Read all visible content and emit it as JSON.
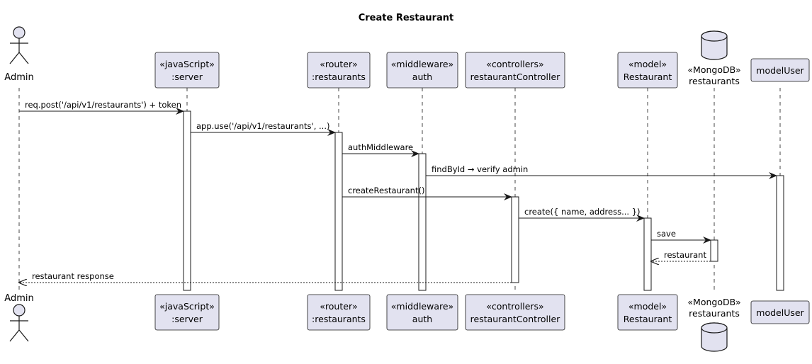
{
  "title": "Create Restaurant",
  "participants": [
    {
      "id": "admin",
      "kind": "actor",
      "lines": [
        "Admin"
      ]
    },
    {
      "id": "server",
      "kind": "box",
      "lines": [
        "«javaScript»",
        ":server"
      ]
    },
    {
      "id": "router",
      "kind": "box",
      "lines": [
        "«router»",
        ":restaurants"
      ]
    },
    {
      "id": "auth",
      "kind": "box",
      "lines": [
        "«middleware»",
        "auth"
      ]
    },
    {
      "id": "controller",
      "kind": "box",
      "lines": [
        "«controllers»",
        "restaurantController"
      ]
    },
    {
      "id": "model",
      "kind": "box",
      "lines": [
        "«model»",
        "Restaurant"
      ]
    },
    {
      "id": "db",
      "kind": "database",
      "lines": [
        "«MongoDB»",
        "restaurants"
      ]
    },
    {
      "id": "user",
      "kind": "box",
      "lines": [
        "modelUser"
      ]
    }
  ],
  "messages": [
    {
      "from": "admin",
      "to": "server",
      "label": "req.post('/api/v1/restaurants') + token",
      "style": "solid"
    },
    {
      "from": "server",
      "to": "router",
      "label": "app.use('/api/v1/restaurants', ...)",
      "style": "solid"
    },
    {
      "from": "router",
      "to": "auth",
      "label": "authMiddleware",
      "style": "solid"
    },
    {
      "from": "auth",
      "to": "user",
      "label": "findById → verify admin",
      "style": "solid"
    },
    {
      "from": "router",
      "to": "controller",
      "label": "createRestaurant()",
      "style": "solid"
    },
    {
      "from": "controller",
      "to": "model",
      "label": "create({ name, address... })",
      "style": "solid"
    },
    {
      "from": "model",
      "to": "db",
      "label": "save",
      "style": "solid"
    },
    {
      "from": "db",
      "to": "model",
      "label": "restaurant",
      "style": "dashed"
    },
    {
      "from": "controller",
      "to": "admin",
      "label": "restaurant response",
      "style": "dashed"
    }
  ],
  "colors": {
    "participant_fill": "#e2e2f0",
    "participant_stroke": "#181818",
    "lifeline": "#181818",
    "activation_fill": "#ffffff",
    "text": "#000000"
  }
}
